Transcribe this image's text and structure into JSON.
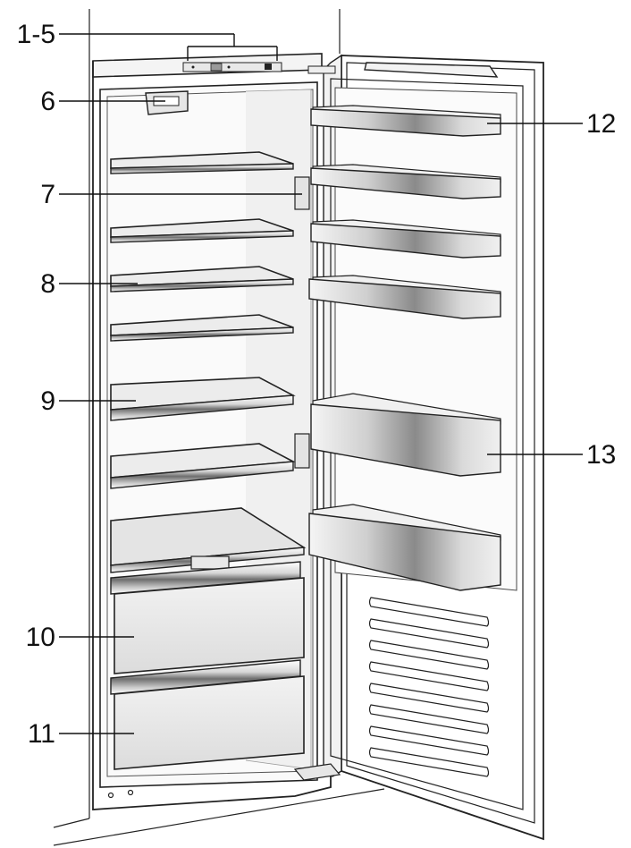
{
  "labels": {
    "l1_5": "1-5",
    "l6": "6",
    "l7": "7",
    "l8": "8",
    "l9": "9",
    "l10": "10",
    "l11": "11",
    "l12": "12",
    "l13": "13"
  }
}
